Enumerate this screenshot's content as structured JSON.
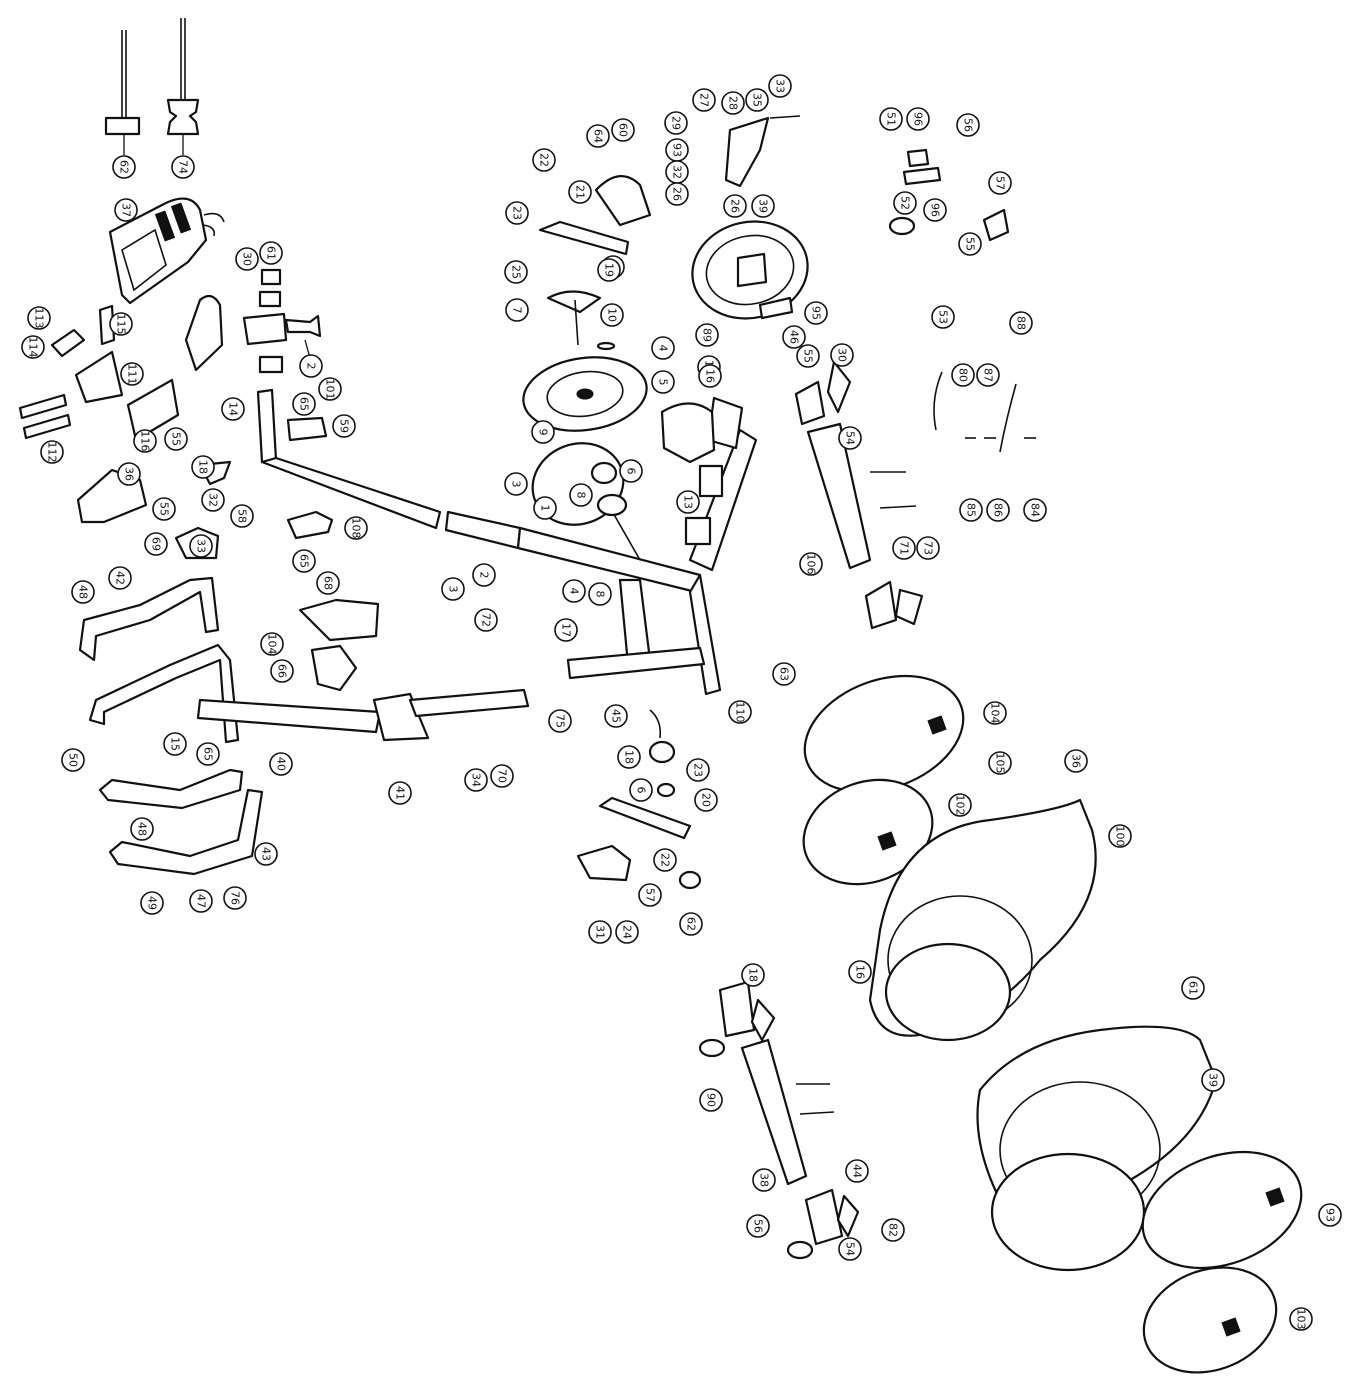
{
  "callouts": [
    {
      "n": "62"
    },
    {
      "n": "74"
    },
    {
      "n": "37"
    },
    {
      "n": "113"
    },
    {
      "n": "114"
    },
    {
      "n": "115"
    },
    {
      "n": "111"
    },
    {
      "n": "112"
    },
    {
      "n": "116"
    },
    {
      "n": "55"
    },
    {
      "n": "32"
    },
    {
      "n": "30"
    },
    {
      "n": "61"
    },
    {
      "n": "2"
    },
    {
      "n": "14"
    },
    {
      "n": "65"
    },
    {
      "n": "101"
    },
    {
      "n": "59"
    },
    {
      "n": "36"
    },
    {
      "n": "55"
    },
    {
      "n": "18"
    },
    {
      "n": "58"
    },
    {
      "n": "33"
    },
    {
      "n": "69"
    },
    {
      "n": "42"
    },
    {
      "n": "108"
    },
    {
      "n": "65"
    },
    {
      "n": "48"
    },
    {
      "n": "68"
    },
    {
      "n": "104"
    },
    {
      "n": "66"
    },
    {
      "n": "15"
    },
    {
      "n": "65"
    },
    {
      "n": "50"
    },
    {
      "n": "40"
    },
    {
      "n": "41"
    },
    {
      "n": "48"
    },
    {
      "n": "49"
    },
    {
      "n": "47"
    },
    {
      "n": "76"
    },
    {
      "n": "43"
    },
    {
      "n": "34"
    },
    {
      "n": "70"
    },
    {
      "n": "75"
    },
    {
      "n": "72"
    },
    {
      "n": "3"
    },
    {
      "n": "2"
    },
    {
      "n": "1"
    },
    {
      "n": "3"
    },
    {
      "n": "8"
    },
    {
      "n": "9"
    },
    {
      "n": "6"
    },
    {
      "n": "4"
    },
    {
      "n": "5"
    },
    {
      "n": "7"
    },
    {
      "n": "10"
    },
    {
      "n": "11"
    },
    {
      "n": "25"
    },
    {
      "n": "19"
    },
    {
      "n": "23"
    },
    {
      "n": "22"
    },
    {
      "n": "21"
    },
    {
      "n": "64"
    },
    {
      "n": "60"
    },
    {
      "n": "89"
    },
    {
      "n": "17"
    },
    {
      "n": "8"
    },
    {
      "n": "4"
    },
    {
      "n": "45"
    },
    {
      "n": "18"
    },
    {
      "n": "6"
    },
    {
      "n": "23"
    },
    {
      "n": "20"
    },
    {
      "n": "22"
    },
    {
      "n": "57"
    },
    {
      "n": "62"
    },
    {
      "n": "31"
    },
    {
      "n": "24"
    },
    {
      "n": "27"
    },
    {
      "n": "29"
    },
    {
      "n": "93"
    },
    {
      "n": "32"
    },
    {
      "n": "26"
    },
    {
      "n": "28"
    },
    {
      "n": "35"
    },
    {
      "n": "26"
    },
    {
      "n": "39"
    },
    {
      "n": "33"
    },
    {
      "n": "12"
    },
    {
      "n": "46"
    },
    {
      "n": "16"
    },
    {
      "n": "13"
    },
    {
      "n": "95"
    },
    {
      "n": "106"
    },
    {
      "n": "63"
    },
    {
      "n": "110"
    },
    {
      "n": "51"
    },
    {
      "n": "96"
    },
    {
      "n": "52"
    },
    {
      "n": "96"
    },
    {
      "n": "56"
    },
    {
      "n": "55"
    },
    {
      "n": "57"
    },
    {
      "n": "53"
    },
    {
      "n": "80"
    },
    {
      "n": "87"
    },
    {
      "n": "88"
    },
    {
      "n": "85"
    },
    {
      "n": "86"
    },
    {
      "n": "84"
    },
    {
      "n": "55"
    },
    {
      "n": "30"
    },
    {
      "n": "54"
    },
    {
      "n": "71"
    },
    {
      "n": "73"
    },
    {
      "n": "104"
    },
    {
      "n": "105"
    },
    {
      "n": "36"
    },
    {
      "n": "102"
    },
    {
      "n": "100"
    },
    {
      "n": "16"
    },
    {
      "n": "18"
    },
    {
      "n": "90"
    },
    {
      "n": "61"
    },
    {
      "n": "39"
    },
    {
      "n": "38"
    },
    {
      "n": "44"
    },
    {
      "n": "56"
    },
    {
      "n": "54"
    },
    {
      "n": "82"
    },
    {
      "n": "93"
    },
    {
      "n": "103"
    }
  ]
}
